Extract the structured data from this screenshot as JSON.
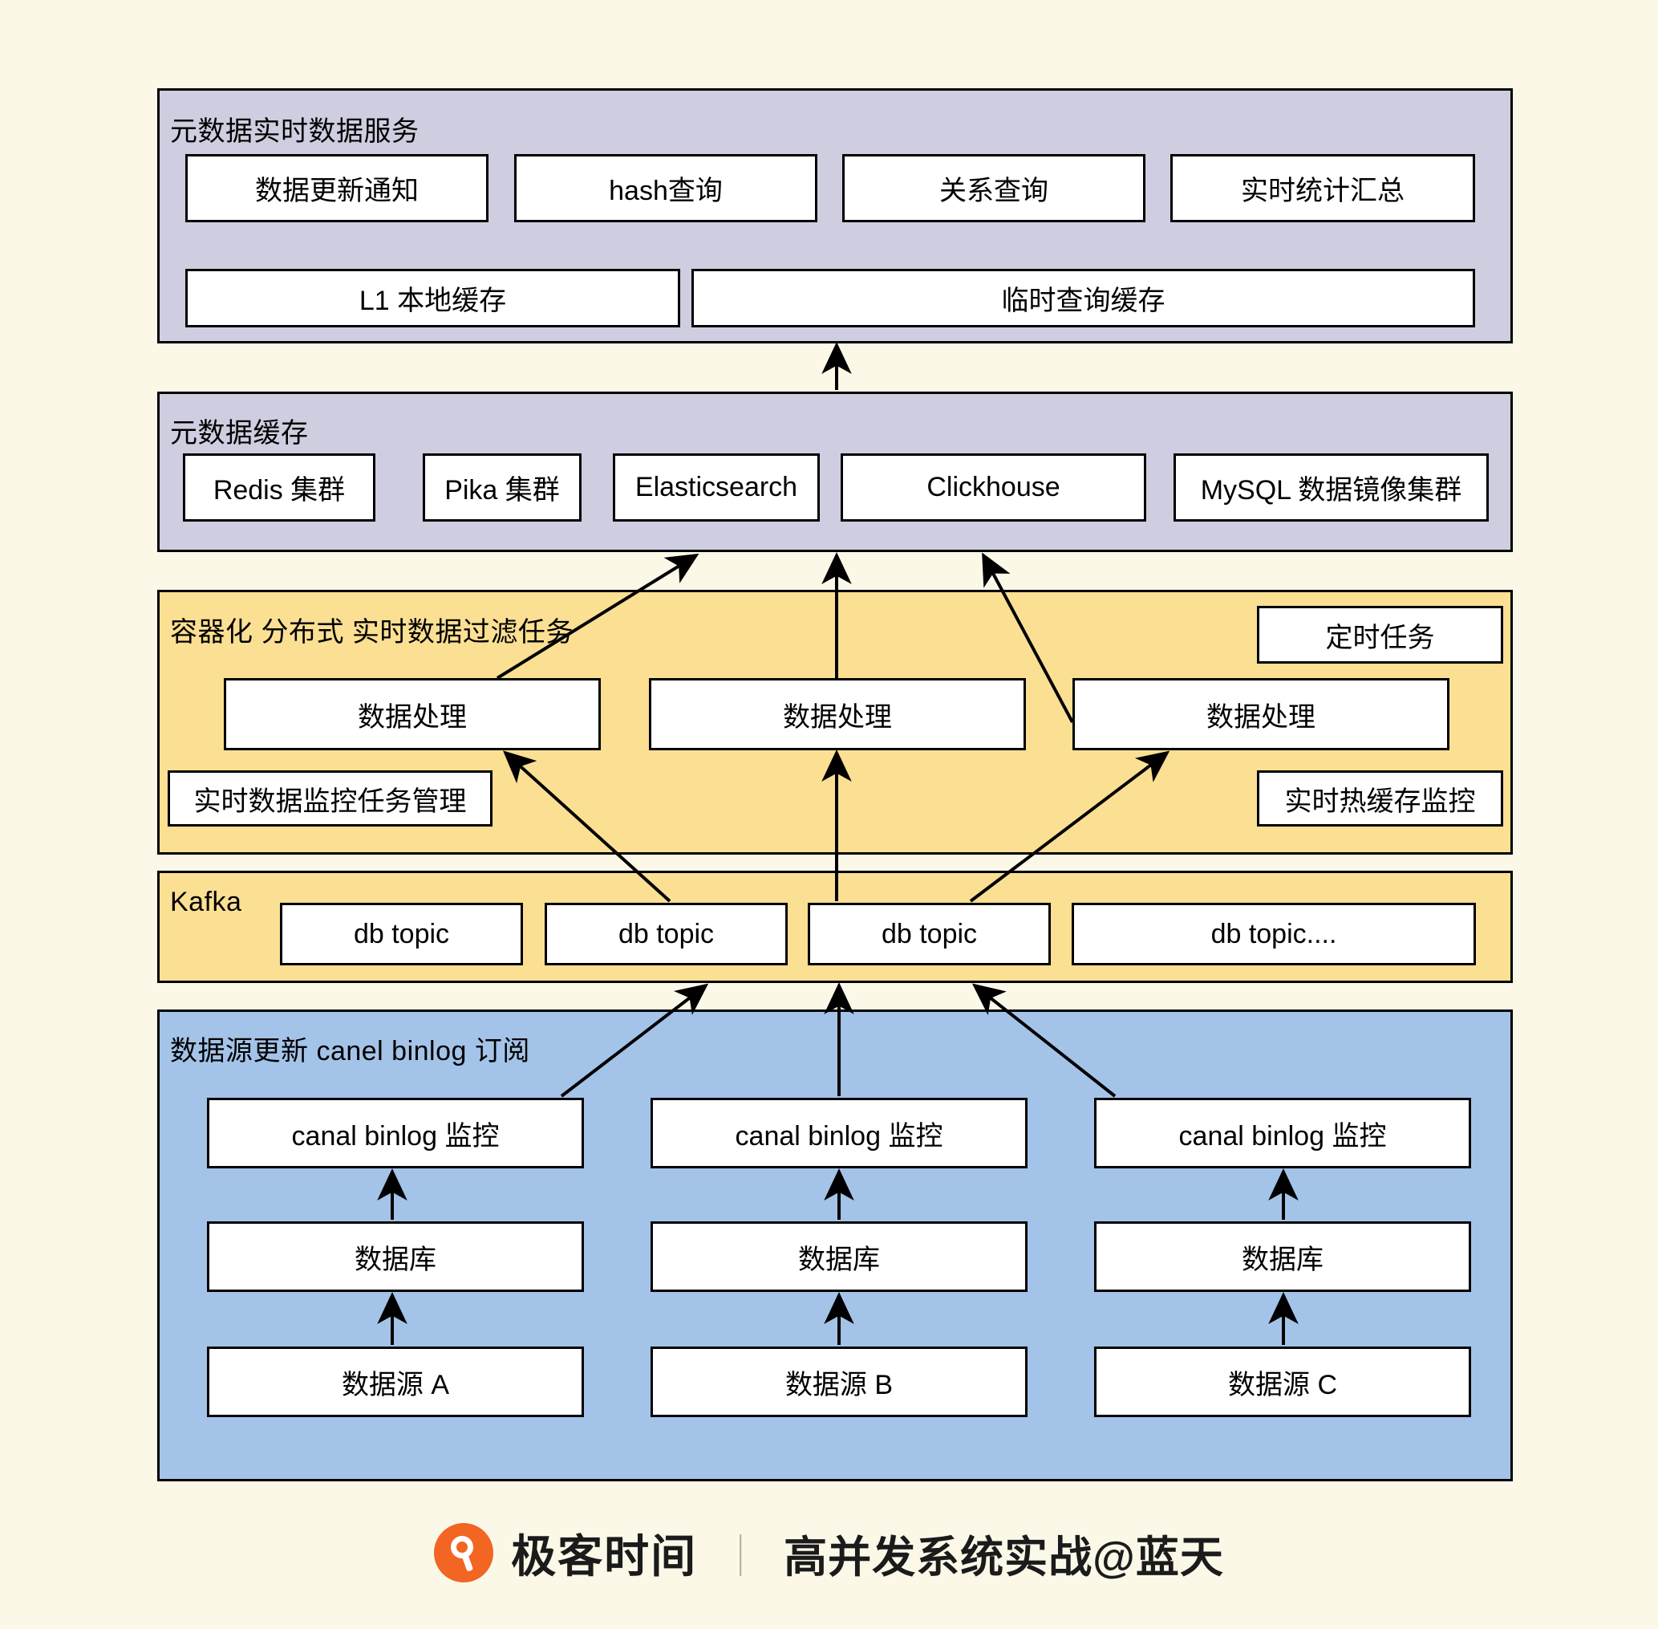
{
  "colors": {
    "background": "#fbf8e8",
    "service_layer": "#cfcee0",
    "cache_layer": "#cfcee0",
    "task_layer": "#fbdf93",
    "kafka_layer": "#fbdf93",
    "source_layer": "#a4c3e8",
    "node_fill": "#ffffff",
    "stroke": "#000000",
    "logo": "#f26522"
  },
  "layers": [
    {
      "id": "metadata-realtime-service",
      "title": "元数据实时数据服务",
      "nodes_row1": [
        {
          "label": "数据更新通知"
        },
        {
          "label": "hash查询"
        },
        {
          "label": "关系查询"
        },
        {
          "label": "实时统计汇总"
        }
      ],
      "nodes_row2": [
        {
          "label": "L1 本地缓存"
        },
        {
          "label": "临时查询缓存"
        }
      ]
    },
    {
      "id": "metadata-cache",
      "title": "元数据缓存",
      "nodes": [
        {
          "label": "Redis 集群"
        },
        {
          "label": "Pika 集群"
        },
        {
          "label": "Elasticsearch"
        },
        {
          "label": "Clickhouse"
        },
        {
          "label": "MySQL 数据镜像集群"
        }
      ]
    },
    {
      "id": "containerized-filter-task",
      "title": "容器化 分布式 实时数据过滤任务",
      "scheduled_task": {
        "label": "定时任务"
      },
      "processors": [
        {
          "label": "数据处理"
        },
        {
          "label": "数据处理"
        },
        {
          "label": "数据处理"
        }
      ],
      "monitor_left": {
        "label": "实时数据监控任务管理"
      },
      "monitor_right": {
        "label": "实时热缓存监控"
      }
    },
    {
      "id": "kafka",
      "title": "Kafka",
      "topics": [
        {
          "label": "db topic"
        },
        {
          "label": "db topic"
        },
        {
          "label": "db topic"
        },
        {
          "label": "db topic...."
        }
      ]
    },
    {
      "id": "datasource-canal-binlog",
      "title": "数据源更新 canel binlog 订阅",
      "columns": [
        {
          "binlog": {
            "label": "canal binlog 监控"
          },
          "database": {
            "label": "数据库"
          },
          "source": {
            "label": "数据源 A"
          }
        },
        {
          "binlog": {
            "label": "canal binlog 监控"
          },
          "database": {
            "label": "数据库"
          },
          "source": {
            "label": "数据源 B"
          }
        },
        {
          "binlog": {
            "label": "canal binlog 监控"
          },
          "database": {
            "label": "数据库"
          },
          "source": {
            "label": "数据源 C"
          }
        }
      ]
    }
  ],
  "footer": {
    "logo_icon": "geekbang-logo-icon",
    "brand": "极客时间",
    "separator": "｜",
    "subtitle": "高并发系统实战@蓝天"
  }
}
